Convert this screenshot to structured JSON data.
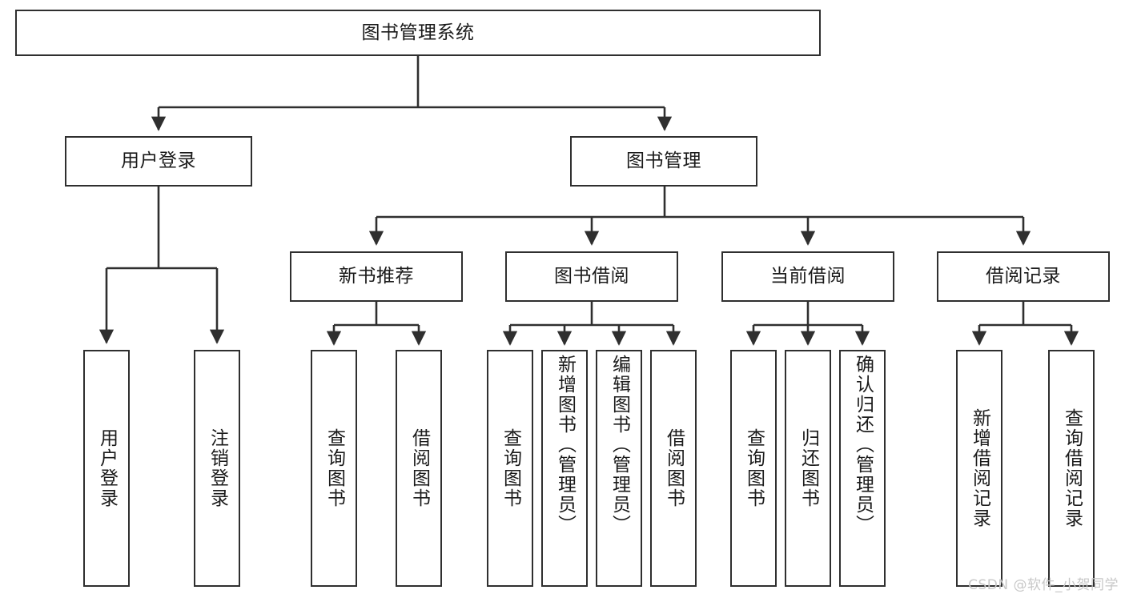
{
  "diagram": {
    "title": "图书管理系统",
    "type": "tree-hierarchy-chart",
    "line_color": "#2f2f2f",
    "box_fill": "#ffffff",
    "text_color": "#1b1b1b"
  },
  "root": {
    "label": "图书管理系统"
  },
  "branches": [
    {
      "label": "用户登录"
    },
    {
      "label": "图书管理"
    }
  ],
  "subbranches": [
    {
      "label": "新书推荐"
    },
    {
      "label": "图书借阅"
    },
    {
      "label": "当前借阅"
    },
    {
      "label": "借阅记录"
    }
  ],
  "leaves": {
    "user_login": [
      {
        "label": "用户登录"
      },
      {
        "label": "注销登录"
      }
    ],
    "new_book_recommend": [
      {
        "label": "查询图书"
      },
      {
        "label": "借阅图书"
      }
    ],
    "book_borrow": [
      {
        "label": "查询图书"
      },
      {
        "label": "新增图书（管理员）"
      },
      {
        "label": "编辑图书（管理员）"
      },
      {
        "label": "借阅图书"
      }
    ],
    "current_borrow": [
      {
        "label": "查询图书"
      },
      {
        "label": "归还图书"
      },
      {
        "label": "确认归还（管理员）"
      }
    ],
    "borrow_record": [
      {
        "label": "新增借阅记录"
      },
      {
        "label": "查询借阅记录"
      }
    ]
  },
  "watermark": {
    "text": "CSDN @软件_小贺同学"
  }
}
